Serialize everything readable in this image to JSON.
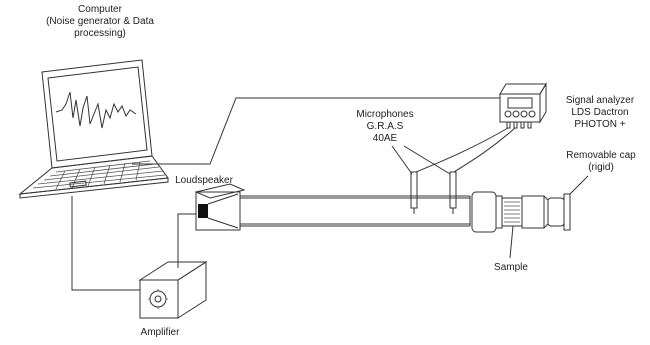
{
  "labels": {
    "computer": [
      "Computer",
      "(Noise generator & Data",
      "processing)"
    ],
    "signal_analyzer": [
      "Signal analyzer",
      "LDS Dactron",
      "PHOTON +"
    ],
    "microphones": [
      "Microphones",
      "G.R.A.S",
      "40AE"
    ],
    "removable_cap": [
      "Removable cap",
      "(rigid)"
    ],
    "loudspeaker": "Loudspeaker",
    "sample": "Sample",
    "amplifier": "Amplifier"
  }
}
